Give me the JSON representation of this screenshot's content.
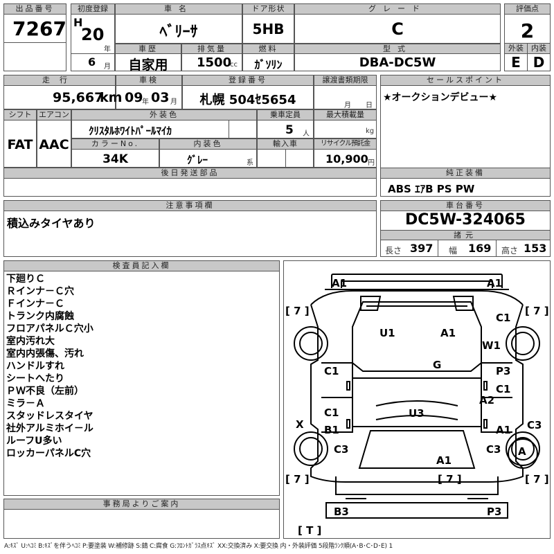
{
  "row1": {
    "lot_no_label": "出品番号",
    "lot_no": "7267",
    "first_reg_label": "初度登録",
    "era": "H",
    "year": "20",
    "year_unit": "年",
    "month": "6",
    "month_unit": "月",
    "car_name_label": "車名",
    "car_name": "ﾍﾞﾘｰｻ",
    "door_label": "ドア形状",
    "door": "5HB",
    "grade_label": "グレード",
    "grade": "C",
    "score_label": "評価点",
    "score": "2",
    "history_label": "車歴",
    "history": "自家用",
    "displacement_label": "排気量",
    "displacement": "1500",
    "displacement_unit": "cc",
    "fuel_label": "燃料",
    "fuel": "ｶﾞｿﾘﾝ",
    "model_label": "型式",
    "model": "DBA-DC5W",
    "exterior_label": "外装",
    "exterior": "E",
    "interior_label": "内装",
    "interior": "D"
  },
  "row2": {
    "mileage_label": "走行",
    "mileage": "95,667",
    "mileage_unit": "km",
    "inspection_label": "車検",
    "insp_year": "09",
    "insp_year_unit": "年",
    "insp_month": "03",
    "insp_month_unit": "月",
    "plate_label": "登録番号",
    "plate": "札幌 504ｾ5654",
    "transfer_label": "譲渡書類期限",
    "transfer_month_unit": "月",
    "transfer_day_unit": "日",
    "sale_point_label": "セールスポイント",
    "sale_point": "★オークションデビュー★"
  },
  "row3": {
    "shift_label": "シフト",
    "shift": "FAT",
    "aircon_label": "エアコン",
    "aircon": "AAC",
    "ext_color_label": "外装色",
    "ext_color": "ｸﾘｽﾀﾙﾎﾜｲﾄﾊﾟｰﾙﾏｲｶ",
    "capacity_label": "乗車定員",
    "capacity": "5",
    "capacity_unit": "人",
    "max_load_label": "最大積載量",
    "max_load_unit": "kg",
    "color_no_label": "カラーNo.",
    "color_no": "34K",
    "int_color_label": "内装色",
    "int_color": "ｸﾞﾚｰ",
    "int_color_unit": "系",
    "import_label": "輸入車",
    "recycle_label": "リサイクル預託金",
    "recycle": "10,900",
    "recycle_unit": "円",
    "later_parts_label": "後日発送部品",
    "equipment_label": "純正装備",
    "equipment": "ABS ｴｱB PS PW"
  },
  "caution": {
    "label": "注意事項欄",
    "text": "積込みタイヤあり"
  },
  "chassis": {
    "label": "車台番号",
    "number": "DC5W-324065",
    "specs_label": "諸元",
    "length_label": "長さ",
    "length": "397",
    "width_label": "幅",
    "width": "169",
    "height_label": "高さ",
    "height": "153"
  },
  "inspector": {
    "label": "検査員記入欄",
    "notes": [
      "下廻りＣ",
      "Ｒインナ－Ｃ穴",
      "Ｆインナ－Ｃ",
      "トランク内腐蝕",
      "フロアパネルＣ穴小",
      "室内汚れ大",
      "室内内張傷、汚れ",
      "ハンドルすれ",
      "シートへたり",
      "ＰＷ不良（左前）",
      "ミラ－Ａ",
      "スタッドレスタイヤ",
      "社外アルミホイ－ル",
      "ルーフU多い",
      "ロッカーパネルC穴"
    ]
  },
  "office": {
    "label": "事務局よりご案内"
  },
  "diagram": {
    "marks": {
      "a1_tl": "A1",
      "a1_tr": "A1",
      "bracket_tl": "[ 7 ]",
      "bracket_tr": "[ 7 ]",
      "u1": "U1",
      "a1_roof": "A1",
      "c1_rf": "C1",
      "w1": "W1",
      "g": "G",
      "c1_ld": "C1",
      "p3_rd": "P3",
      "c1_rd": "C1",
      "a2": "A2",
      "c1_lr": "C1",
      "b1_lr": "B1",
      "u3": "U3",
      "x": "X",
      "a1_rr": "A1",
      "c3_rr": "C3",
      "c3_lrw": "C3",
      "c3_rrw": "C3",
      "a_circle": "A",
      "a1_trunk": "A1",
      "bracket_bl": "[ 7 ]",
      "bracket_bm": "[ 7 ]",
      "bracket_br": "[ 7 ]",
      "b3": "B3",
      "p3_br": "P3",
      "t_bracket": "[ T ]"
    },
    "legend": "A:ｷｽﾞ U:ﾍｺﾐ B:ｷｽﾞを伴うﾍｺﾐ P:要塗装 W:補修跡 S:錆 C:腐食 G:ﾌﾛﾝﾄｶﾞﾗｽ点ｷｽﾞ XX:交換済み X:要交換 内・外装評価 5段階ﾗﾝｸ順(A･B･C･D･E) 1"
  }
}
